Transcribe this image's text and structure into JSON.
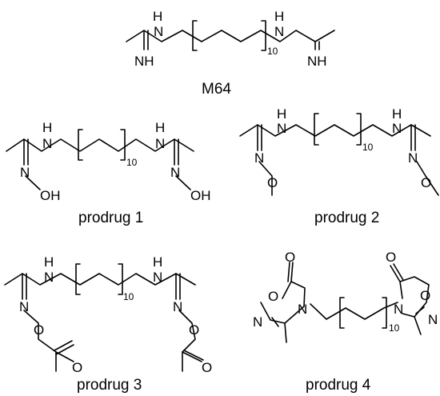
{
  "atoms": {
    "nh": "NH",
    "h": "H",
    "n": "N",
    "o": "O",
    "oh": "OH"
  },
  "repeat_count": "10",
  "labels": {
    "m64": "M64",
    "p1": "prodrug 1",
    "p2": "prodrug 2",
    "p3": "prodrug 3",
    "p4": "prodrug 4"
  }
}
